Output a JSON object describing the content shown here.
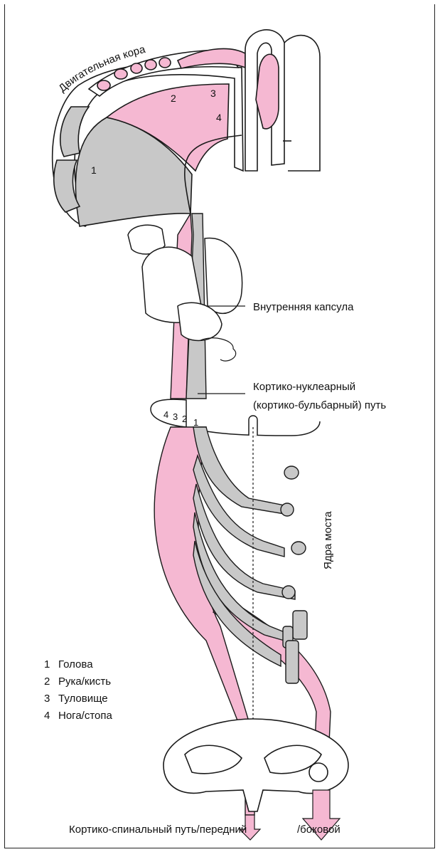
{
  "colors": {
    "pink": "#f5b8d2",
    "gray": "#c8c8c8",
    "line": "#1a1a1a",
    "bg": "#ffffff"
  },
  "labels": {
    "motor_cortex": "Двигательная кора",
    "internal_capsule": "Внутренняя капсула",
    "corticonuclear_line1": "Кортико-нуклеарный",
    "corticonuclear_line2": "(кортико-бульбарный) путь",
    "pons_nuclei": "Ядра моста",
    "corticospinal_anterior": "Кортико-спинальный путь/передний",
    "corticospinal_lateral": "/боковой"
  },
  "cortex_numbers": [
    "1",
    "2",
    "3",
    "4"
  ],
  "capsule_numbers": [
    "4",
    "3",
    "2",
    "1"
  ],
  "legend": [
    {
      "num": "1",
      "text": "Голова"
    },
    {
      "num": "2",
      "text": "Рука/кисть"
    },
    {
      "num": "3",
      "text": "Туловище"
    },
    {
      "num": "4",
      "text": "Нога/стопа"
    }
  ]
}
